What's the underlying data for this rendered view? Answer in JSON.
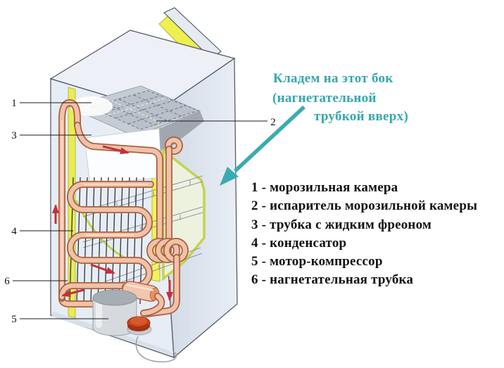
{
  "heading": {
    "line1": "Кладем на этот бок",
    "line2": "(нагнетательной",
    "line3": "трубкой вверх)"
  },
  "legend": {
    "items": [
      "1 - морозильная камера",
      "2 - испаритель морозильной камеры",
      "3 - трубка с жидким фреоном",
      "4 - конденсатор",
      "5 - мотор-компрессор",
      "6 - нагнетательная трубка"
    ]
  },
  "callouts": {
    "numbers": [
      "1",
      "2",
      "3",
      "4",
      "5",
      "6"
    ]
  },
  "colors": {
    "annotation_teal": "#35a7ad",
    "flow_arrow_red": "#c62f3a",
    "tube_copper": "#f1c1a8",
    "liner_yellow": "#eef04f",
    "liner_green": "#c6d150",
    "cabinet_blue": "#e7edf4",
    "compressor_gray": "#d6d9dd",
    "relay_orange": "#c9431c"
  }
}
